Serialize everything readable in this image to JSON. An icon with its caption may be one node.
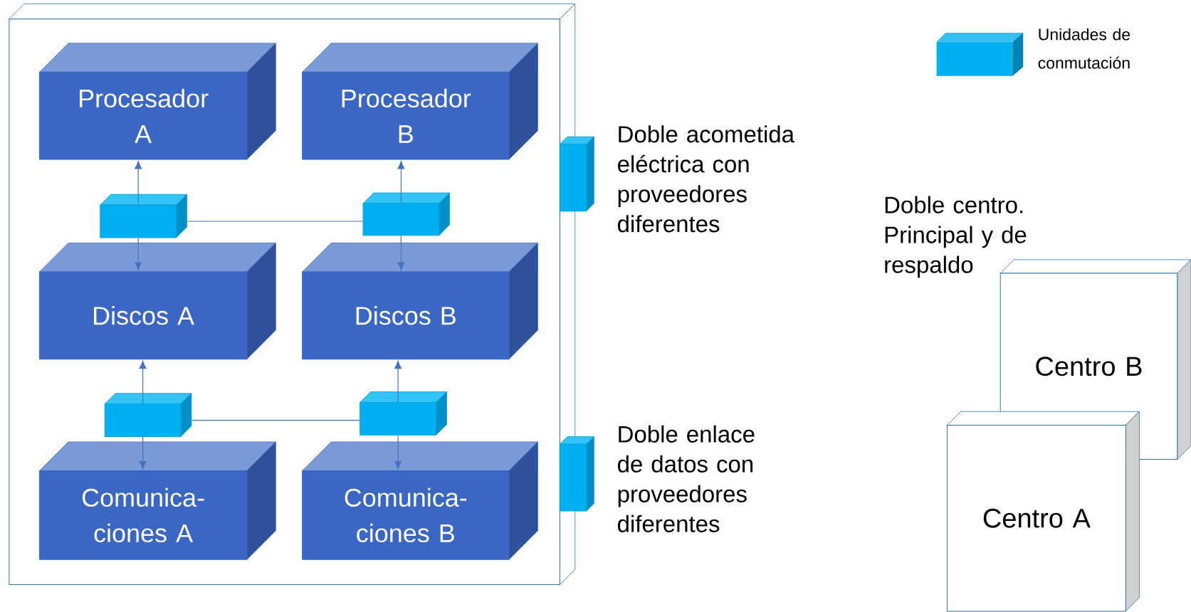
{
  "diagram": {
    "nodes": [
      {
        "text": [],
        "shape": "box"
      },
      {
        "text": [
          "Procesador A"
        ],
        "in": 0
      },
      {
        "text": [
          "Procesador B"
        ],
        "in": 0
      },
      {
        "text": [],
        "shape": "box",
        "in": 0
      },
      {
        "text": [],
        "shape": "box",
        "in": 0
      },
      {
        "text": [
          "Discos A"
        ],
        "in": 0
      },
      {
        "text": [
          "Discos B"
        ],
        "in": 0
      },
      {
        "text": [],
        "shape": "box",
        "in": 0
      },
      {
        "text": [],
        "shape": "box",
        "in": 0
      },
      {
        "text": [
          "Comunica- ciones A"
        ],
        "in": 0
      },
      {
        "text": [
          "Comunica- ciones B"
        ],
        "in": 0
      },
      {
        "text": [],
        "shape": "box",
        "beside": [
          "Doble acometida eléctrica con proveedores diferentes"
        ]
      },
      {
        "text": [],
        "shape": "box",
        "beside": [
          "Doble enlace de datos con proveedores diferentes"
        ]
      },
      {
        "text": [
          "Centro B"
        ]
      },
      {
        "text": [
          "Centro A"
        ]
      }
    ],
    "edges": [
      {
        "from": 3,
        "to": 1,
        "arrow": "to"
      },
      {
        "from": 3,
        "to": 5,
        "arrow": "to"
      },
      {
        "from": 4,
        "to": 2,
        "arrow": "to"
      },
      {
        "from": 4,
        "to": 6,
        "arrow": "to"
      },
      {
        "from": 3,
        "to": 4,
        "arrow": "none"
      },
      {
        "from": 7,
        "to": 5,
        "arrow": "to"
      },
      {
        "from": 7,
        "to": 9,
        "arrow": "to"
      },
      {
        "from": 8,
        "to": 6,
        "arrow": "to"
      },
      {
        "from": 8,
        "to": 10,
        "arrow": "to"
      },
      {
        "from": 7,
        "to": 8,
        "arrow": "none"
      }
    ],
    "labels": [
      "Doble centro. Principal y de respaldo"
    ],
    "legend": [
      {
        "text": "Unidades de conmutación",
        "color": "#00b0f0"
      }
    ]
  }
}
